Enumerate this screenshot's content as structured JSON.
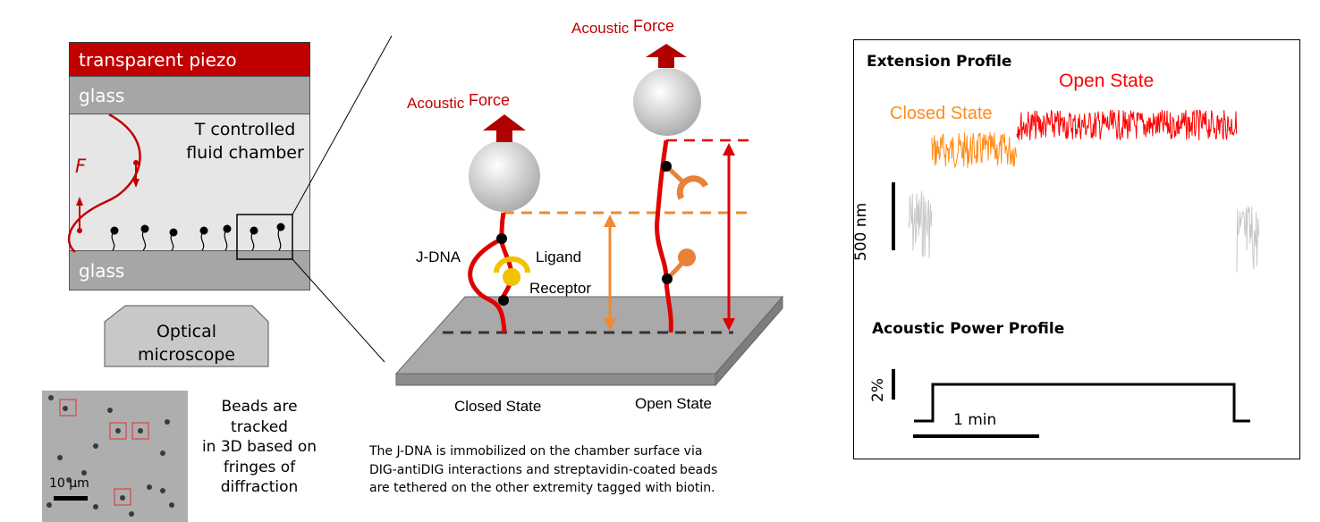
{
  "chamber": {
    "piezo_label": "transparent piezo",
    "top_glass_label": "glass",
    "bottom_glass_label": "glass",
    "fluid_label_line1": "T controlled",
    "fluid_label_line2": "fluid chamber",
    "force_label": "F"
  },
  "microscope": {
    "line1": "Optical",
    "line2": "microscope"
  },
  "bead_image": {
    "scale_label": "10 µm",
    "caption_lines": [
      "Beads are",
      "tracked",
      "in 3D based on",
      "fringes of",
      "diffraction"
    ]
  },
  "molecule": {
    "acoustic_word": "Acoustic",
    "force_word": "Force",
    "jdna_label": "J-DNA",
    "ligand_label": "Ligand",
    "receptor_label": "Receptor",
    "closed_label": "Closed State",
    "open_label": "Open State",
    "caption_lines": [
      "The J-DNA is immobilized on the chamber surface via",
      "DIG-antiDIG interactions and streptavidin-coated beads",
      "are tethered on the other extremity tagged with biotin."
    ]
  },
  "profile": {
    "extension_title": "Extension Profile",
    "open_state_label": "Open State",
    "closed_state_label": "Closed State",
    "extension_scale": "500 nm",
    "power_title": "Acoustic Power Profile",
    "power_scale": "2%",
    "time_scale": "1 min"
  },
  "colors": {
    "piezo": "#c00000",
    "glass": "#a6a6a6",
    "fluid": "#e6e6e6",
    "closed": "#ff8c1a",
    "open": "#ff0000",
    "off": "#c8c8c8",
    "strand": "#e00000",
    "ligand": "#f2c200",
    "receptor": "#e8823a"
  }
}
